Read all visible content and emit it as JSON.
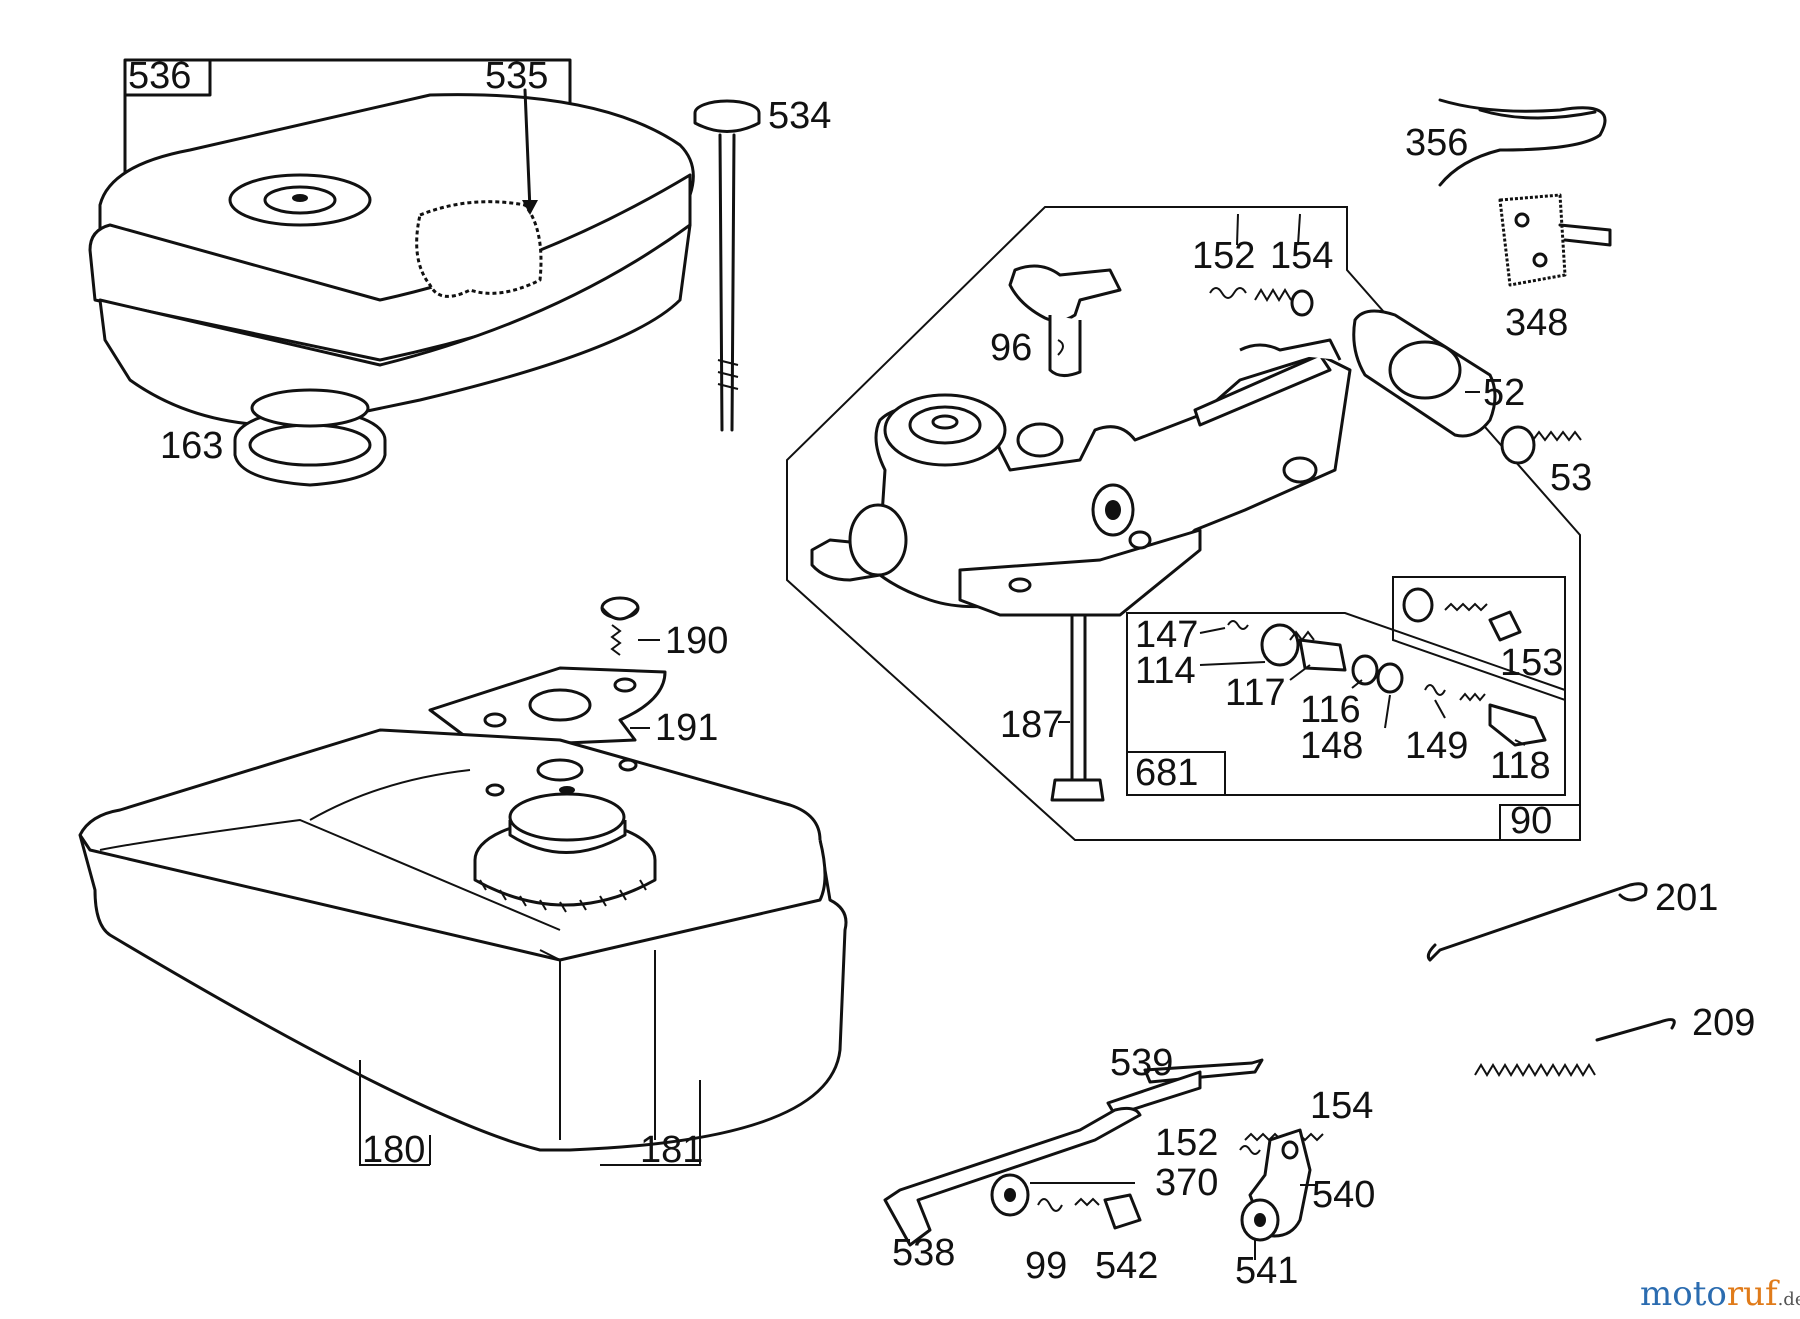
{
  "diagram": {
    "part_numbers": {
      "p536": "536",
      "p535": "535",
      "p534": "534",
      "p163": "163",
      "p356": "356",
      "p348": "348",
      "p152a": "152",
      "p154a": "154",
      "p96": "96",
      "p52": "52",
      "p53": "53",
      "p147": "147",
      "p114": "114",
      "p117": "117",
      "p116": "116",
      "p148": "148",
      "p149": "149",
      "p118": "118",
      "p153": "153",
      "p681": "681",
      "p90": "90",
      "p187": "187",
      "p190": "190",
      "p191": "191",
      "p180": "180",
      "p181": "181",
      "p201": "201",
      "p209": "209",
      "p539": "539",
      "p154b": "154",
      "p152b": "152",
      "p370": "370",
      "p540": "540",
      "p538": "538",
      "p99": "99",
      "p542": "542",
      "p541": "541"
    }
  },
  "watermark": {
    "brand_left": "moto",
    "brand_right": "ruf",
    "tld": ".de",
    "colors": {
      "left": "#2b6cb0",
      "right": "#e07b1a"
    }
  }
}
